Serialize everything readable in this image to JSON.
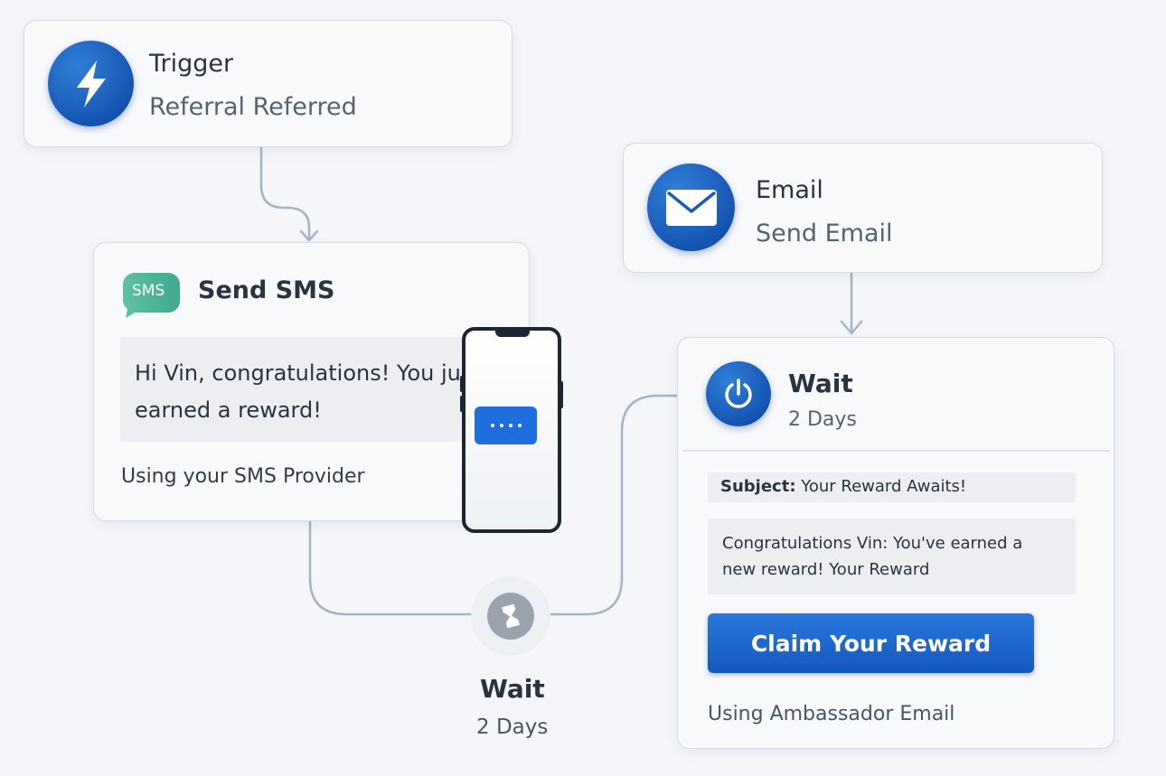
{
  "trigger": {
    "title": "Trigger",
    "subtitle": "Referral Referred",
    "icon": "lightning-bolt-icon"
  },
  "email_step": {
    "title": "Email",
    "subtitle": "Send Email",
    "icon": "envelope-icon"
  },
  "sms_step": {
    "badge": "SMS",
    "title": "Send SMS",
    "message": "Hi Vin, congratulations! You just earned a reward!",
    "provider": "Using your SMS Provider",
    "icon": "sms-bubble-icon"
  },
  "wait_middle": {
    "title": "Wait",
    "duration": "2 Days",
    "icon": "hourglass-icon"
  },
  "wait_email": {
    "title": "Wait",
    "duration": "2 Days",
    "icon": "power-icon",
    "subject_label": "Subject:",
    "subject_value": "Your Reward Awaits!",
    "body": "Congratulations Vin: You've earned a new reward! Your Reward",
    "button_label": "Claim Your Reward",
    "provider": "Using Ambassador Email"
  },
  "colors": {
    "accent_blue": "#1f6ee0",
    "sms_green": "#4fb89a",
    "connector": "#a8b4c3"
  }
}
